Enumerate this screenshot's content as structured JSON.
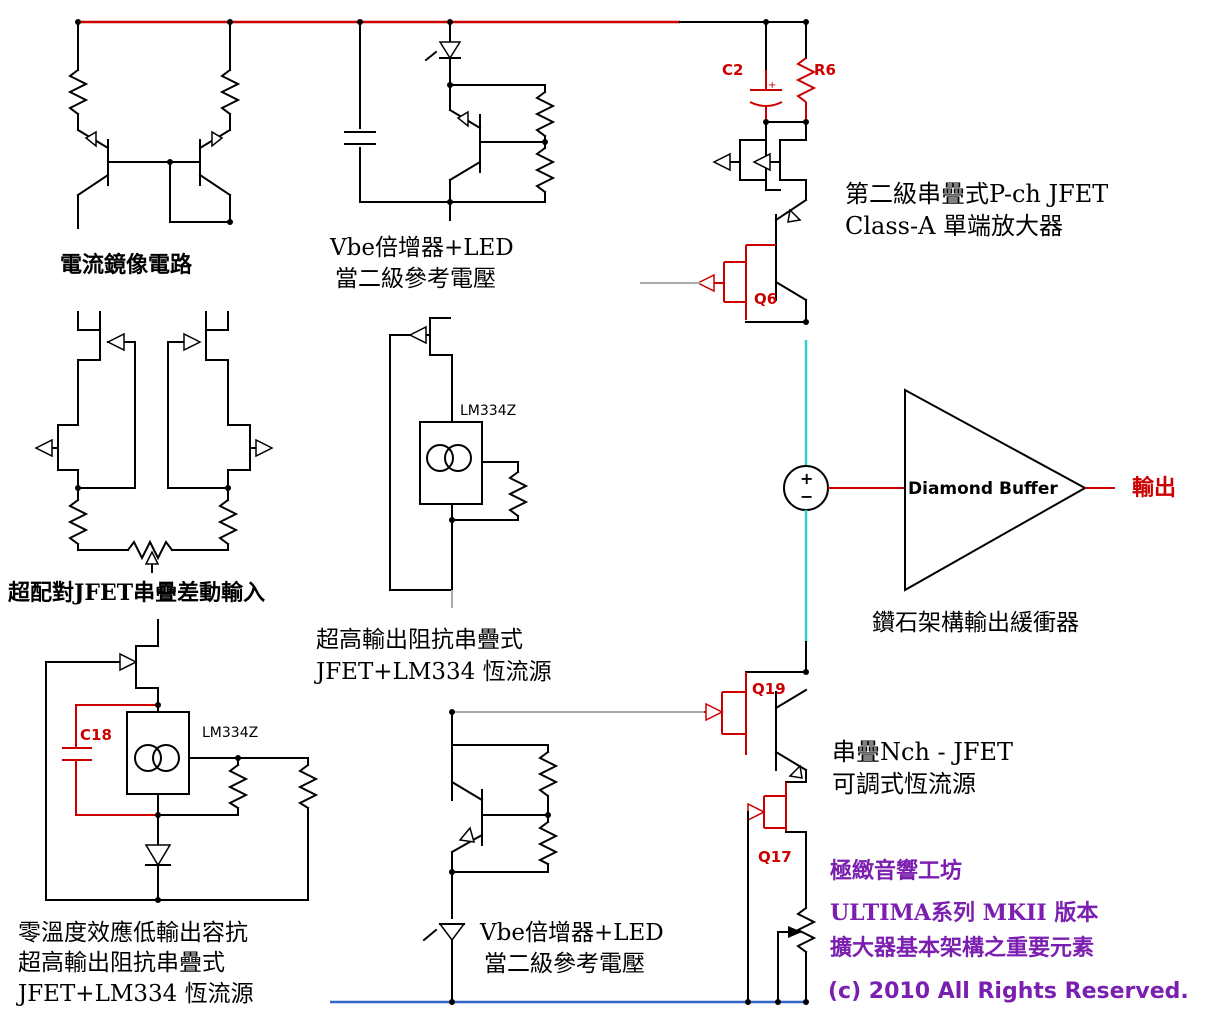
{
  "labels": {
    "current_mirror": "電流鏡像電路",
    "vbe_top_line1": "Vbe倍增器+LED",
    "vbe_top_line2": "當二級參考電壓",
    "second_stage_line1": "第二級串疊式P-ch JFET",
    "second_stage_line2": "Class-A 單端放大器",
    "diff_input": "超配對JFET串疊差動輸入",
    "cs_mid_line1": "超高輸出阻抗串疊式",
    "cs_mid_line2": "JFET+LM334 恆流源",
    "diamond_buffer": "Diamond   Buffer",
    "output": "輸出",
    "diamond_caption": "鑽石架構輸出緩衝器",
    "cascode_nch_line1": "串疊Nch - JFET",
    "cascode_nch_line2": "可調式恆流源",
    "low_cs_line1": "零溫度效應低輸出容抗",
    "low_cs_line2": "超高輸出阻抗串疊式",
    "low_cs_line3": "JFET+LM334 恆流源",
    "vbe_bot_line1": "Vbe倍增器+LED",
    "vbe_bot_line2": "當二級參考電壓",
    "lm334_top": "LM334Z",
    "lm334_bot": "LM334Z"
  },
  "components": {
    "c2": "C2",
    "r6": "R6",
    "q6": "Q6",
    "q19": "Q19",
    "q17": "Q17",
    "c18": "C18",
    "plus": "+",
    "minus": "−",
    "cap_plus": "+"
  },
  "brand": {
    "line1": "極緻音響工坊",
    "line2": "ULTIMA系列 MKII 版本",
    "line3": "擴大器基本架構之重要元素",
    "copyright": "(c) 2010  All Rights Reserved."
  },
  "colors": {
    "red": "#cc0000",
    "cyan": "#33cccc",
    "blue": "#3366cc",
    "purple": "#7b1fb0"
  }
}
